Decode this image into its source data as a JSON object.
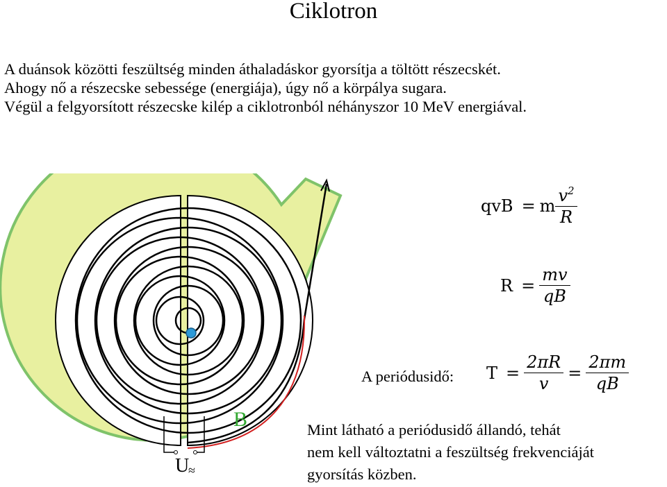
{
  "title": "Ciklotron",
  "intro_lines": [
    "A duánsok közötti feszültség minden áthaladáskor gyorsítja a töltött részecskét.",
    "Ahogy nő a részecske sebessége (energiája), úgy nő a körpálya sugara.",
    "Végül a felgyorsított részecske kilép a ciklotronból néhányszor 10 MeV energiával."
  ],
  "diagram": {
    "label_b": "B",
    "label_u": "U",
    "label_u_sub": "≈",
    "colors": {
      "field": "#e8f0a0",
      "field_border": "#7fc36a",
      "dee": "#ffffff",
      "track": "#000000",
      "exit_track": "#d22020",
      "particle": "#2c9ad8",
      "label_b": "#34a833"
    }
  },
  "formulas": {
    "f1": {
      "lhs": "qvB",
      "eq": "=",
      "coef": "m",
      "num": "v",
      "num_exp": "2",
      "den": "R"
    },
    "f2": {
      "lhs": "R",
      "eq": "=",
      "num": "mv",
      "den": "qB"
    },
    "f3": {
      "label": "A periódusidő:",
      "lhs": "T",
      "eq1": "=",
      "num1": "2πR",
      "den1": "v",
      "eq2": "=",
      "num2": "2πm",
      "den2": "qB"
    }
  },
  "conclusion_lines": [
    "Mint látható a periódusidő állandó, tehát",
    "nem kell változtatni a feszültség frekvenciáját",
    "gyorsítás közben."
  ]
}
